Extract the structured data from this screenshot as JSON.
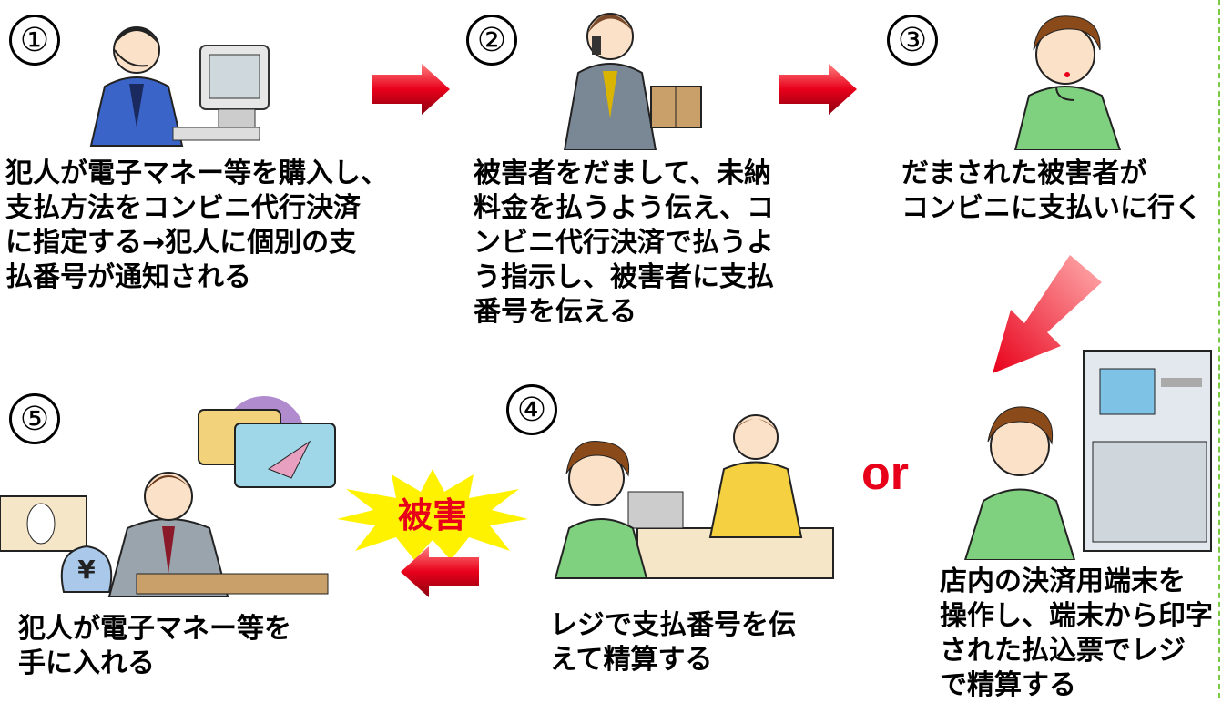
{
  "steps": [
    {
      "number": "①",
      "text": "犯人が電子マネー等を購入し、\n支払方法をコンビニ代行決済\nに指定する→犯人に個別の支\n払番号が通知される"
    },
    {
      "number": "②",
      "text": "被害者をだまして、未納\n料金を払うよう伝え、コ\nンビニ代行決済で払うよ\nう指示し、被害者に支払\n番号を伝える"
    },
    {
      "number": "③",
      "text": "だまされた被害者が\nコンビニに支払いに行く"
    },
    {
      "number": "④",
      "text": "レジで支払番号を伝\nえて精算する"
    },
    {
      "number": "⑤",
      "text": "犯人が電子マネー等を\n手に入れる"
    }
  ],
  "terminal_text": "店内の決済用端末を\n操作し、端末から印字\nされた払込票でレジ\nで精算する",
  "or_label": "or",
  "damage_label": "被害",
  "colors": {
    "arrow": "#e8001a",
    "or": "#e8001a",
    "damage_text": "#e8001a",
    "burst": "#fff200",
    "shirt": "#7fd07f",
    "suit": "#3b64c8"
  }
}
